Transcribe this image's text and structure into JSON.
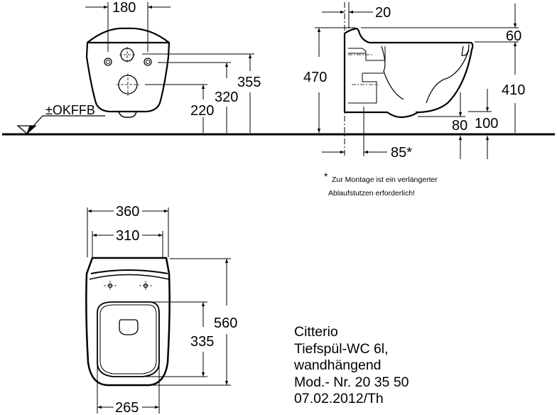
{
  "drawing": {
    "front_view": {
      "dimensions": {
        "hole_spacing": "180",
        "height_355": "355",
        "height_320": "320",
        "height_220": "220"
      },
      "floor_label": "±OKFFB"
    },
    "side_view": {
      "dimensions": {
        "wall_offset": "20",
        "total_height": "470",
        "top_offset": "60",
        "seat_height": "410",
        "bottom_80": "80",
        "bottom_100": "100",
        "drain_offset": "85*"
      },
      "footnote": {
        "asterisk": "*",
        "line1": "Zur Montage ist ein verlängerter",
        "line2": "Ablaufstutzen erforderlich!"
      }
    },
    "top_view": {
      "dimensions": {
        "width_outer": "360",
        "width_seat": "310",
        "length_total": "560",
        "opening_length": "335",
        "bottom_width": "265"
      }
    },
    "title_block": {
      "lines": [
        "Citterio",
        "Tiefspül-WC 6l,",
        "wandhängend",
        "Mod.- Nr. 20 35 50",
        "07.02.2012/Th"
      ]
    }
  }
}
